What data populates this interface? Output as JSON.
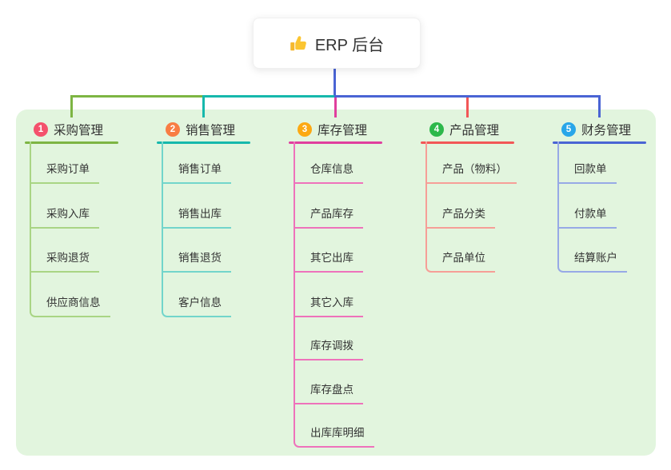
{
  "root": {
    "icon": "thumbs-up-icon",
    "label": "ERP 后台",
    "connector_color": "#4a64d4"
  },
  "canvas": {
    "background": "#ffffff",
    "panel_bg": "#e2f5de"
  },
  "branches": [
    {
      "index": "1",
      "label": "采购管理",
      "badge_color": "#f4516c",
      "line_color": "#7db543",
      "child_line_color": "#a9d584",
      "children": [
        "采购订单",
        "采购入库",
        "采购退货",
        "供应商信息"
      ]
    },
    {
      "index": "2",
      "label": "销售管理",
      "badge_color": "#f87d44",
      "line_color": "#16b8ac",
      "child_line_color": "#72d5cb",
      "children": [
        "销售订单",
        "销售出库",
        "销售退货",
        "客户信息"
      ]
    },
    {
      "index": "3",
      "label": "库存管理",
      "badge_color": "#fca913",
      "line_color": "#e03f9e",
      "child_line_color": "#ee72bb",
      "children": [
        "仓库信息",
        "产品库存",
        "其它出库",
        "其它入库",
        "库存调拨",
        "库存盘点",
        "出库库明细"
      ]
    },
    {
      "index": "4",
      "label": "产品管理",
      "badge_color": "#2db84b",
      "line_color": "#f25757",
      "child_line_color": "#f69e97",
      "children": [
        "产品（物料）",
        "产品分类",
        "产品单位"
      ]
    },
    {
      "index": "5",
      "label": "财务管理",
      "badge_color": "#28a6e9",
      "line_color": "#4a64d4",
      "child_line_color": "#97a9e6",
      "children": [
        "回款单",
        "付款单",
        "结算账户"
      ]
    }
  ]
}
